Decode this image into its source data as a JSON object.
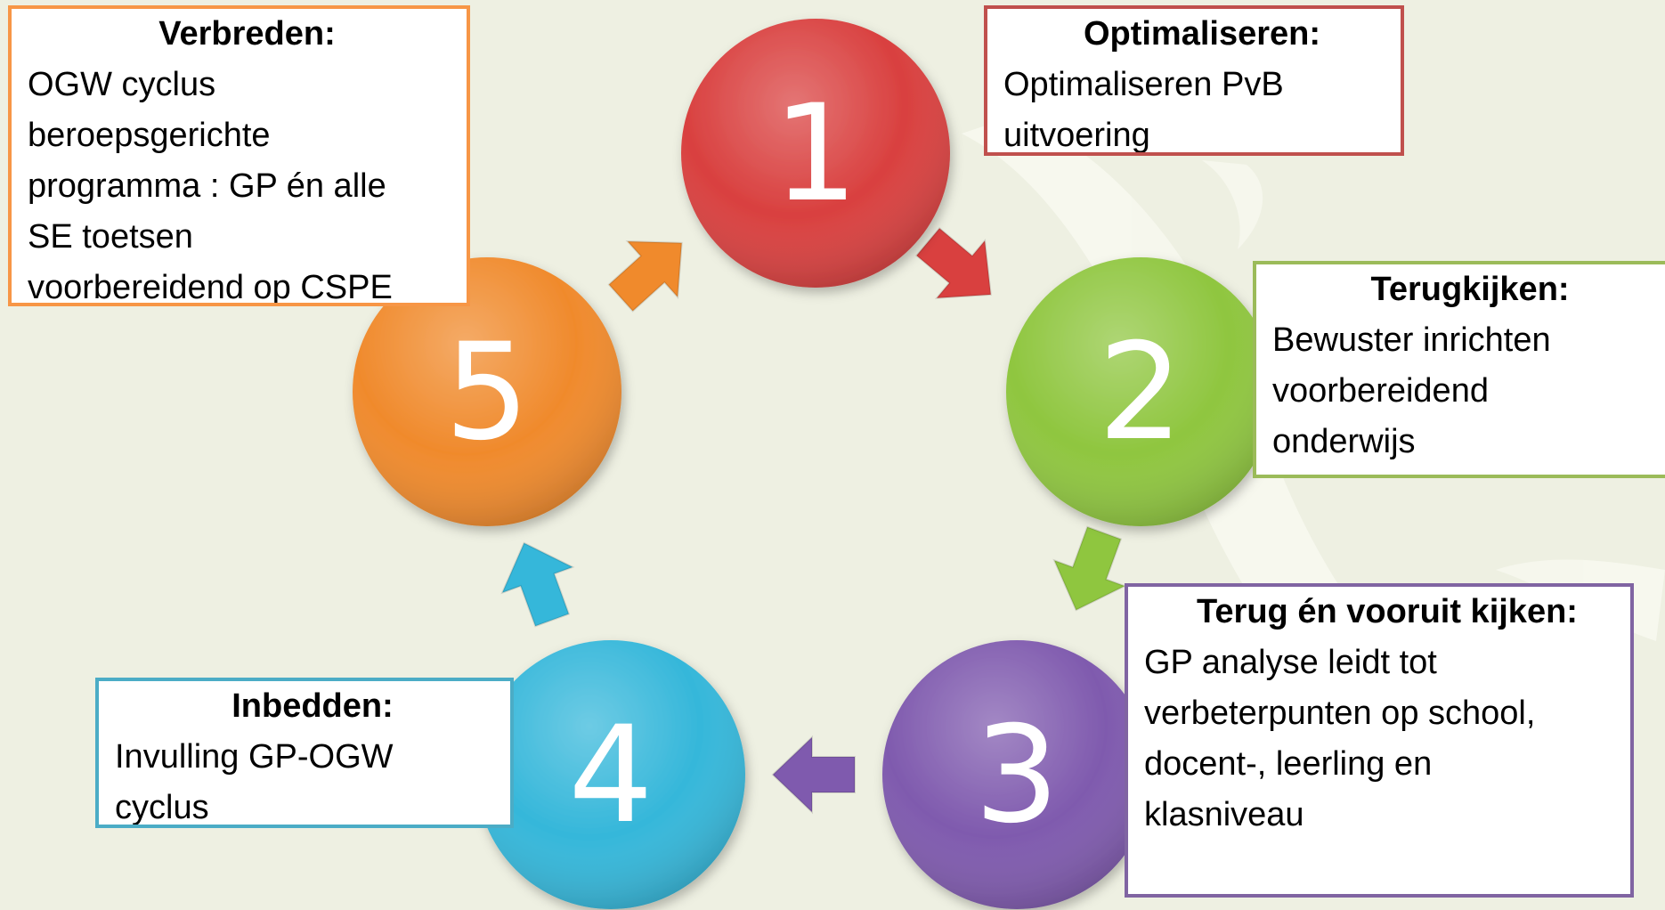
{
  "steps": [
    {
      "number": "1",
      "color": "#d9403f",
      "title": "Optimaliseren:",
      "body": "Optimaliseren PvB\nuitvoering"
    },
    {
      "number": "2",
      "color": "#8fc63f",
      "title": "Terugkijken:",
      "body": "Bewuster inrichten\nvoorbereidend\nonderwijs"
    },
    {
      "number": "3",
      "color": "#7f5aae",
      "title": "Terug én vooruit kijken:",
      "body": "GP analyse leidt tot\nverbeterpunten op school,\ndocent-, leerling en\nklasniveau"
    },
    {
      "number": "4",
      "color": "#35b7da",
      "title": "Inbedden:",
      "body": "Invulling GP-OGW\ncyclus"
    },
    {
      "number": "5",
      "color": "#f08a2c",
      "title": "Verbreden:",
      "body": "OGW cyclus\nberoepsgerichte\nprogramma : GP én alle\nSE toetsen\nvoorbereidend op CSPE"
    }
  ],
  "arrows": [
    {
      "from": "1",
      "to": "2",
      "color": "#d9403f"
    },
    {
      "from": "2",
      "to": "3",
      "color": "#8fc63f"
    },
    {
      "from": "3",
      "to": "4",
      "color": "#7f5aae"
    },
    {
      "from": "4",
      "to": "5",
      "color": "#35b7da"
    },
    {
      "from": "5",
      "to": "1",
      "color": "#f08a2c"
    }
  ]
}
